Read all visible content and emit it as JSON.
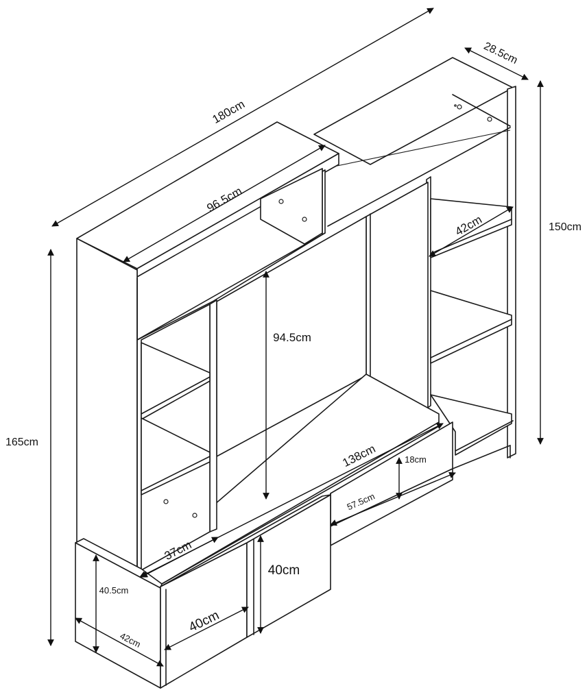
{
  "dimensions": {
    "overall_width": "180cm",
    "depth_right": "28.5cm",
    "right_height": "150cm",
    "left_height": "165cm",
    "top_shelf_width": "96.5cm",
    "side_shelf_width": "42cm",
    "tv_area_height": "94.5cm",
    "tv_bench_width": "138cm",
    "drawer_height": "18cm",
    "drawer_width": "57.5cm",
    "bottom_shelf_width": "37cm",
    "door_height": "40cm",
    "door_width": "40cm",
    "cabinet_height": "40.5cm",
    "cabinet_depth": "42cm"
  },
  "colors": {
    "line": "#1a1a1a",
    "background": "#ffffff"
  }
}
